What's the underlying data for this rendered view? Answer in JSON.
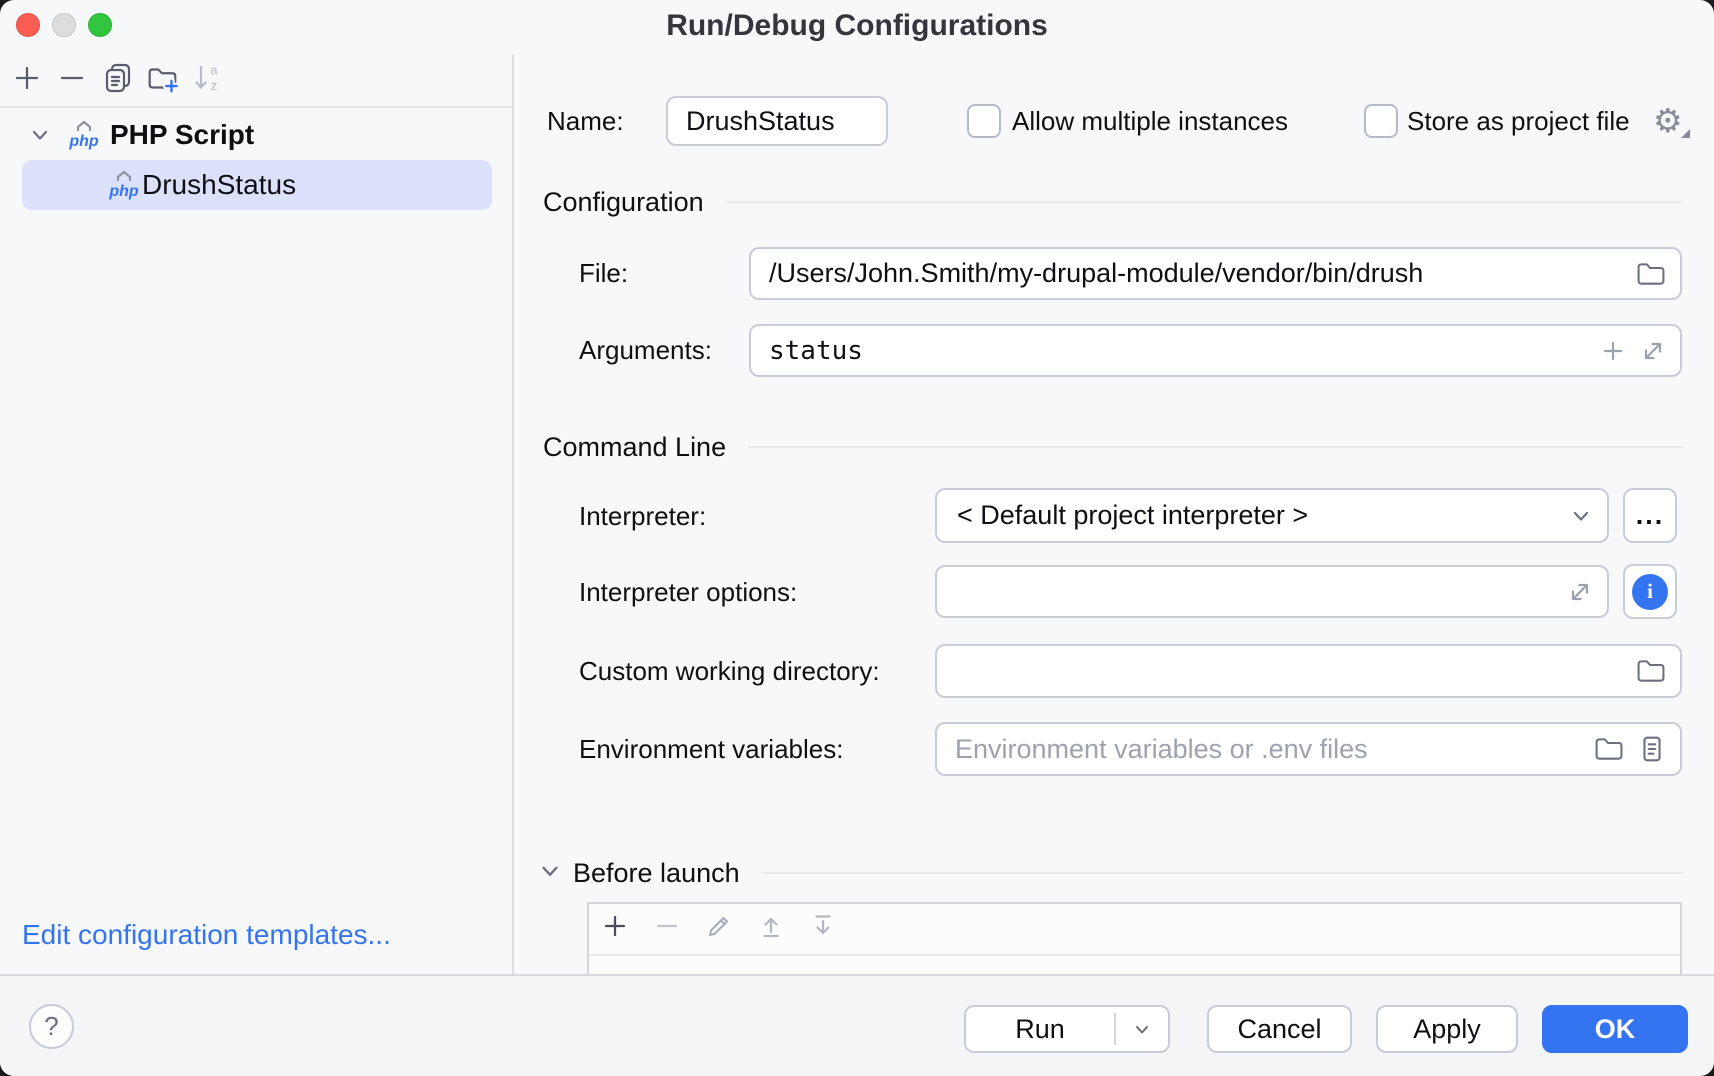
{
  "window": {
    "title": "Run/Debug Configurations"
  },
  "colors": {
    "accent": "#3574F0",
    "selection_bg": "#DBE1FB",
    "link": "#3574F0",
    "ok_button_bg": "#3574F0",
    "traffic_red": "#FC5D53",
    "traffic_gray": "#DDDDDD",
    "traffic_green": "#32C63E"
  },
  "sidebar": {
    "toolbar_icons": [
      "add-icon",
      "remove-icon",
      "copy-icon",
      "new-folder-icon",
      "sort-alphabetically-icon"
    ],
    "tree": {
      "group": {
        "label": "PHP Script",
        "expanded": true
      },
      "item": {
        "label": "DrushStatus",
        "selected": true
      }
    },
    "edit_templates_link": "Edit configuration templates..."
  },
  "form": {
    "name_label": "Name:",
    "name_value": "DrushStatus",
    "allow_multiple_label": "Allow multiple instances",
    "allow_multiple_checked": false,
    "store_as_project_label": "Store as project file",
    "store_as_project_checked": false,
    "sections": {
      "configuration": "Configuration",
      "command_line": "Command Line",
      "before_launch": "Before launch"
    },
    "file_label": "File:",
    "file_value": "/Users/John.Smith/my-drupal-module/vendor/bin/drush",
    "arguments_label": "Arguments:",
    "arguments_value": "status",
    "interpreter_label": "Interpreter:",
    "interpreter_value": "< Default project interpreter >",
    "interpreter_options_label": "Interpreter options:",
    "interpreter_options_value": "",
    "cwd_label": "Custom working directory:",
    "cwd_value": "",
    "env_label": "Environment variables:",
    "env_placeholder": "Environment variables or .env files"
  },
  "icons": {
    "gear": "⚙",
    "more": "...",
    "help": "?",
    "info": "i"
  },
  "footer": {
    "run_label": "Run",
    "cancel_label": "Cancel",
    "apply_label": "Apply",
    "ok_label": "OK"
  }
}
